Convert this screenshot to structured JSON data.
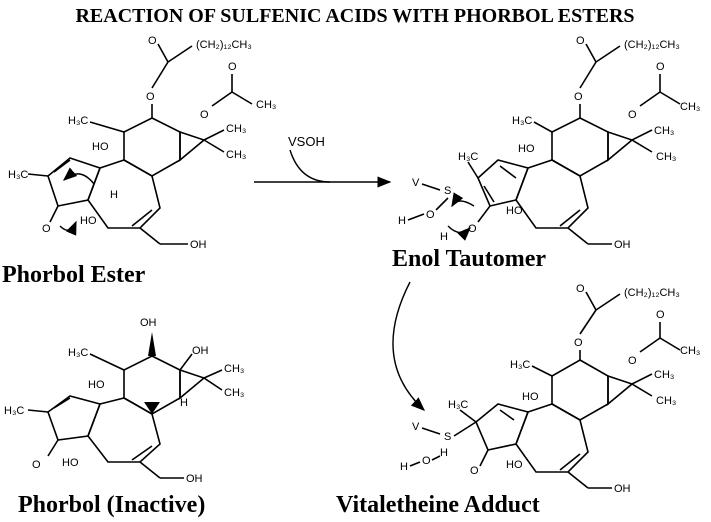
{
  "title": "REACTION OF SULFENIC ACIDS WITH PHORBOL ESTERS",
  "reagent": "VSOH",
  "compounds": {
    "phorbol_ester": "Phorbol Ester",
    "enol_tautomer": "Enol Tautomer",
    "phorbol_inactive": "Phorbol (Inactive)",
    "vitaletheine_adduct": "Vitaletheine Adduct"
  },
  "atoms": {
    "chain": "(CH₂)₁₂CH₃",
    "methyl": "H₃C",
    "ch3": "CH₃",
    "ho": "HO",
    "oh": "OH",
    "o": "O",
    "h": "H",
    "v": "V",
    "s": "S",
    "ch3_left": "H₃C"
  },
  "colors": {
    "ink": "#000000",
    "background": "#ffffff"
  }
}
